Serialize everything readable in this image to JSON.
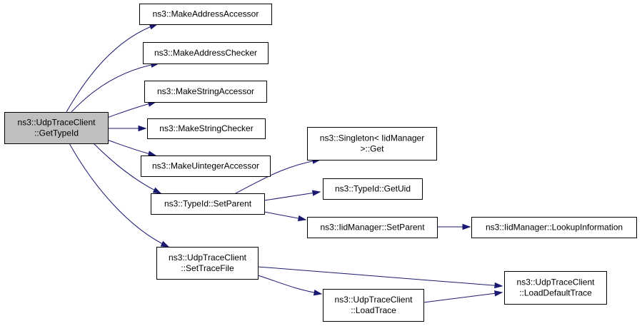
{
  "colors": {
    "node_fill": "#ffffff",
    "focus_fill": "#bfbfbf",
    "node_border": "#000000",
    "edge": "#191970",
    "background": "#ffffff"
  },
  "nodes": [
    {
      "id": "gettypeid",
      "lines": [
        "ns3::UdpTraceClient",
        "::GetTypeId"
      ],
      "focus": true
    },
    {
      "id": "make-address-accessor",
      "lines": [
        "ns3::MakeAddressAccessor"
      ]
    },
    {
      "id": "make-address-checker",
      "lines": [
        "ns3::MakeAddressChecker"
      ]
    },
    {
      "id": "make-string-accessor",
      "lines": [
        "ns3::MakeStringAccessor"
      ]
    },
    {
      "id": "make-string-checker",
      "lines": [
        "ns3::MakeStringChecker"
      ]
    },
    {
      "id": "make-uinteger-accessor",
      "lines": [
        "ns3::MakeUintegerAccessor"
      ]
    },
    {
      "id": "typeid-setparent",
      "lines": [
        "ns3::TypeId::SetParent"
      ]
    },
    {
      "id": "settracefile",
      "lines": [
        "ns3::UdpTraceClient",
        "::SetTraceFile"
      ]
    },
    {
      "id": "singleton-get",
      "lines": [
        "ns3::Singleton< IidManager",
        ">::Get"
      ]
    },
    {
      "id": "typeid-getuid",
      "lines": [
        "ns3::TypeId::GetUid"
      ]
    },
    {
      "id": "iidmanager-setparent",
      "lines": [
        "ns3::IidManager::SetParent"
      ]
    },
    {
      "id": "iidmanager-lookupinformation",
      "lines": [
        "ns3::IidManager::LookupInformation"
      ]
    },
    {
      "id": "loadtrace",
      "lines": [
        "ns3::UdpTraceClient",
        "::LoadTrace"
      ]
    },
    {
      "id": "loaddefaulttrace",
      "lines": [
        "ns3::UdpTraceClient",
        "::LoadDefaultTrace"
      ]
    }
  ],
  "edges": [
    {
      "from": "gettypeid",
      "to": "make-address-accessor"
    },
    {
      "from": "gettypeid",
      "to": "make-address-checker"
    },
    {
      "from": "gettypeid",
      "to": "make-string-accessor"
    },
    {
      "from": "gettypeid",
      "to": "make-string-checker"
    },
    {
      "from": "gettypeid",
      "to": "make-uinteger-accessor"
    },
    {
      "from": "gettypeid",
      "to": "typeid-setparent"
    },
    {
      "from": "gettypeid",
      "to": "settracefile"
    },
    {
      "from": "typeid-setparent",
      "to": "singleton-get"
    },
    {
      "from": "typeid-setparent",
      "to": "typeid-getuid"
    },
    {
      "from": "typeid-setparent",
      "to": "iidmanager-setparent"
    },
    {
      "from": "iidmanager-setparent",
      "to": "iidmanager-lookupinformation"
    },
    {
      "from": "settracefile",
      "to": "loadtrace"
    },
    {
      "from": "settracefile",
      "to": "loaddefaulttrace"
    },
    {
      "from": "loadtrace",
      "to": "loaddefaulttrace"
    }
  ]
}
